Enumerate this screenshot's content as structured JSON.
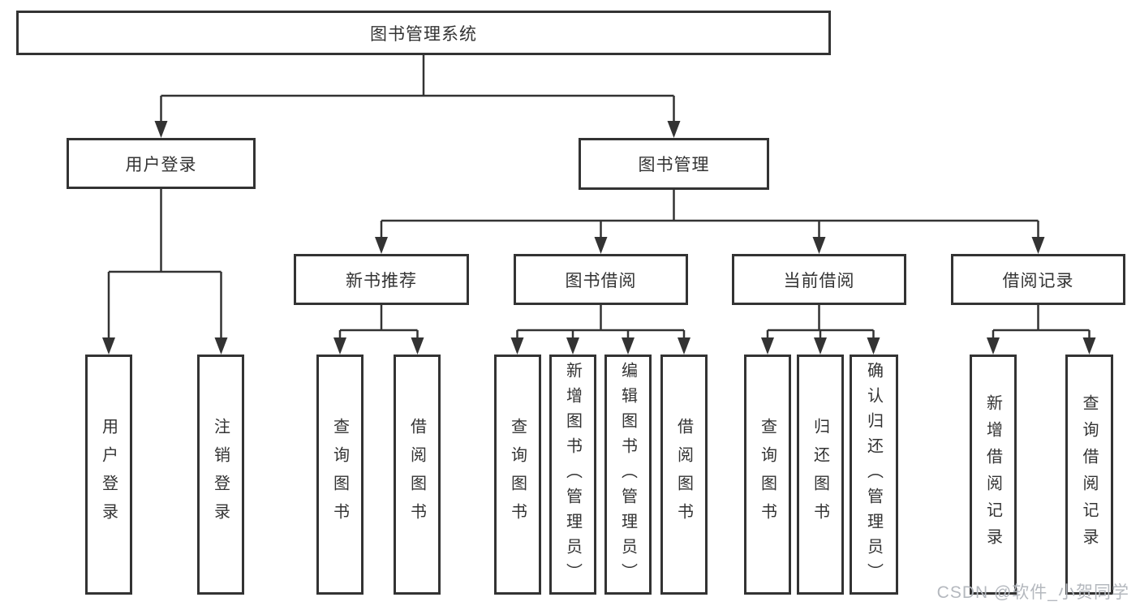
{
  "diagram": {
    "root": {
      "label": "图书管理系统"
    },
    "branches": [
      {
        "label": "用户登录",
        "children": [
          {
            "label": "用户登录"
          },
          {
            "label": "注销登录"
          }
        ]
      },
      {
        "label": "图书管理",
        "children": [
          {
            "label": "新书推荐",
            "children": [
              {
                "label": "查询图书"
              },
              {
                "label": "借阅图书"
              }
            ]
          },
          {
            "label": "图书借阅",
            "children": [
              {
                "label": "查询图书"
              },
              {
                "label": "新增图书（管理员）"
              },
              {
                "label": "编辑图书（管理员）"
              },
              {
                "label": "借阅图书"
              }
            ]
          },
          {
            "label": "当前借阅",
            "children": [
              {
                "label": "查询图书"
              },
              {
                "label": "归还图书"
              },
              {
                "label": "确认归还（管理员）"
              }
            ]
          },
          {
            "label": "借阅记录",
            "children": [
              {
                "label": "新增借阅记录"
              },
              {
                "label": "查询借阅记录"
              }
            ]
          }
        ]
      }
    ],
    "watermark": "CSDN @软件_小贺同学",
    "colors": {
      "line": "#333333",
      "text": "#333333",
      "box_fill": "#ffffff",
      "watermark": "#b4b8be",
      "background": "#ffffff"
    }
  }
}
